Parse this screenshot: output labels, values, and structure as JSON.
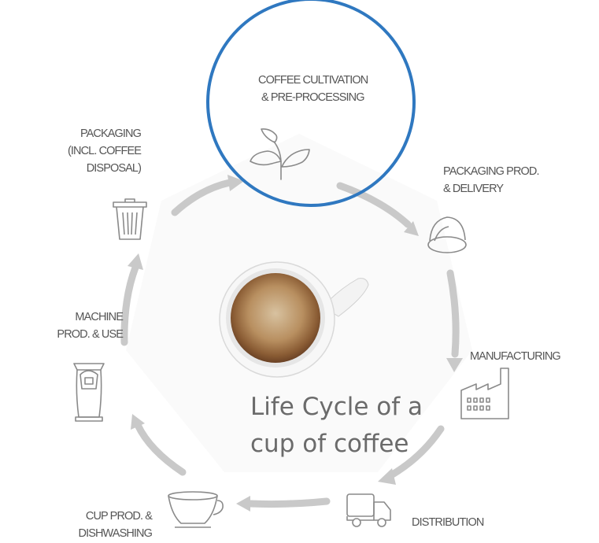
{
  "title_lines": [
    "Life Cycle of a",
    "cup of coffee"
  ],
  "stages": [
    {
      "id": "cultivation",
      "lines": [
        "COFFEE CULTIVATION",
        "& PRE-PROCESSING"
      ],
      "icon": "leaf-icon",
      "highlighted": true
    },
    {
      "id": "packaging-prod",
      "lines": [
        "PACKAGING PROD.",
        "& DELIVERY"
      ],
      "icon": "capsule-icon",
      "highlighted": false
    },
    {
      "id": "manufacturing",
      "lines": [
        "MANUFACTURING"
      ],
      "icon": "factory-icon",
      "highlighted": false
    },
    {
      "id": "distribution",
      "lines": [
        "DISTRIBUTION"
      ],
      "icon": "truck-icon",
      "highlighted": false
    },
    {
      "id": "cup-prod",
      "lines": [
        "CUP PROD. &",
        "DISHWASHING"
      ],
      "icon": "cup-icon",
      "highlighted": false
    },
    {
      "id": "machine",
      "lines": [
        "MACHINE",
        "PROD. & USE"
      ],
      "icon": "coffee-machine-icon",
      "highlighted": false
    },
    {
      "id": "packaging-disposal",
      "lines": [
        "PACKAGING",
        "(INCL. COFFEE",
        "DISPOSAL)"
      ],
      "icon": "trash-bin-icon",
      "highlighted": false
    }
  ],
  "colors": {
    "highlight_ring": "#2f78c0",
    "arrow": "#c9c9c9",
    "icon_stroke": "#8a8a8a",
    "label_text": "#555555",
    "title_text": "#6b6b6b"
  }
}
